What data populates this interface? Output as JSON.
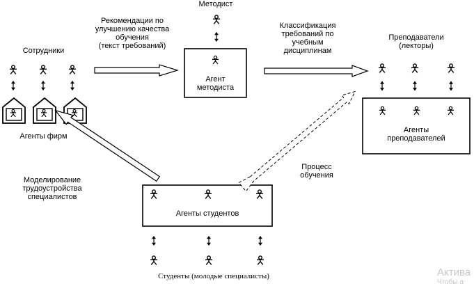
{
  "labels": {
    "metodist": "Методист",
    "agent_metodista": "Агент\nметодиста",
    "recommendations": "Рекомендации по\nулучшению качества\nобучения\n(текст требований)",
    "classification": "Классификация\nтребований по\nучебным\nдисциплинам",
    "teachers": "Преподаватели\n(лекторы)",
    "employees": "Сотрудники",
    "agents_firms": "Агенты фирм",
    "agents_teachers": "Агенты\nпреподавателей",
    "modeling": "Моделирование\nтрудоустройства\nспециалистов",
    "learning_process": "Процесс\nобучения",
    "agents_students": "Агенты студентов",
    "students": "Студенты (молодые специалисты)"
  },
  "watermark": {
    "line1": "Актива",
    "line2": "Чтобы а"
  }
}
